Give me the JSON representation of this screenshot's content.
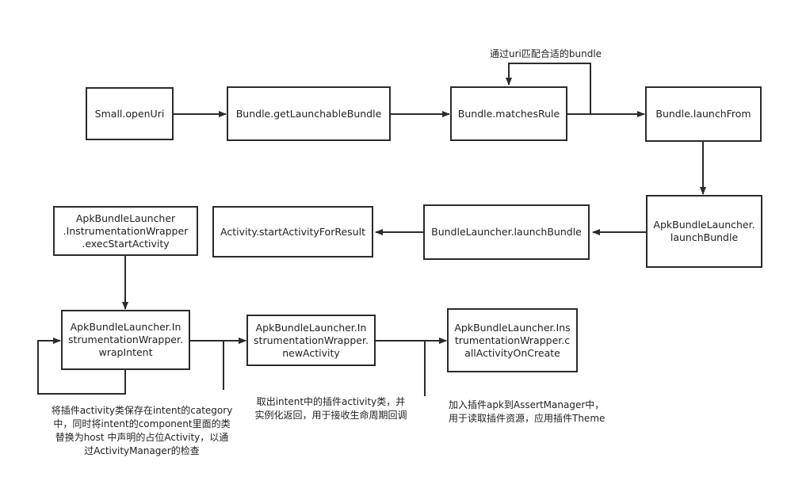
{
  "nodes": {
    "open_uri": [
      "Small.openUri"
    ],
    "get_launchable": [
      "Bundle.getLaunchableBundle"
    ],
    "matches_rule": [
      "Bundle.matchesRule"
    ],
    "launch_from": [
      "Bundle.launchFrom"
    ],
    "apk_launch_bundle": [
      "ApkBundleLauncher.",
      "launchBundle"
    ],
    "bundle_launcher_launch": [
      "BundleLauncher.launchBundle"
    ],
    "start_activity": [
      "Activity.startActivityForResult"
    ],
    "exec_start": [
      "ApkBundleLauncher",
      ".InstrumentationWrapper",
      ".execStartActivity"
    ],
    "wrap_intent": [
      "ApkBundleLauncher.In",
      "strumentationWrapper.",
      "wrapIntent"
    ],
    "new_activity": [
      "ApkBundleLauncher.In",
      "strumentationWrapper.",
      "newActivity"
    ],
    "call_on_create": [
      "ApkBundleLauncher.Ins",
      "trumentationWrapper.c",
      "allActivityOnCreate"
    ]
  },
  "notes": {
    "match_bundle": [
      "通过uri匹配合适的bundle"
    ],
    "wrap_intent": [
      "将插件activity类保存在intent的category",
      "中，同时将intent的component里面的类",
      "替换为host 中声明的占位Activity，以通",
      "过ActivityManager的检查"
    ],
    "new_activity": [
      "取出intent中的插件activity类，并",
      "实例化返回，用于接收生命周期回调"
    ],
    "on_create": [
      "加入插件apk到AssertManager中，",
      "用于读取插件资源，应用插件Theme"
    ]
  },
  "colors": {
    "stroke": "#2b2b2b",
    "text": "#222222",
    "background": "#ffffff"
  }
}
